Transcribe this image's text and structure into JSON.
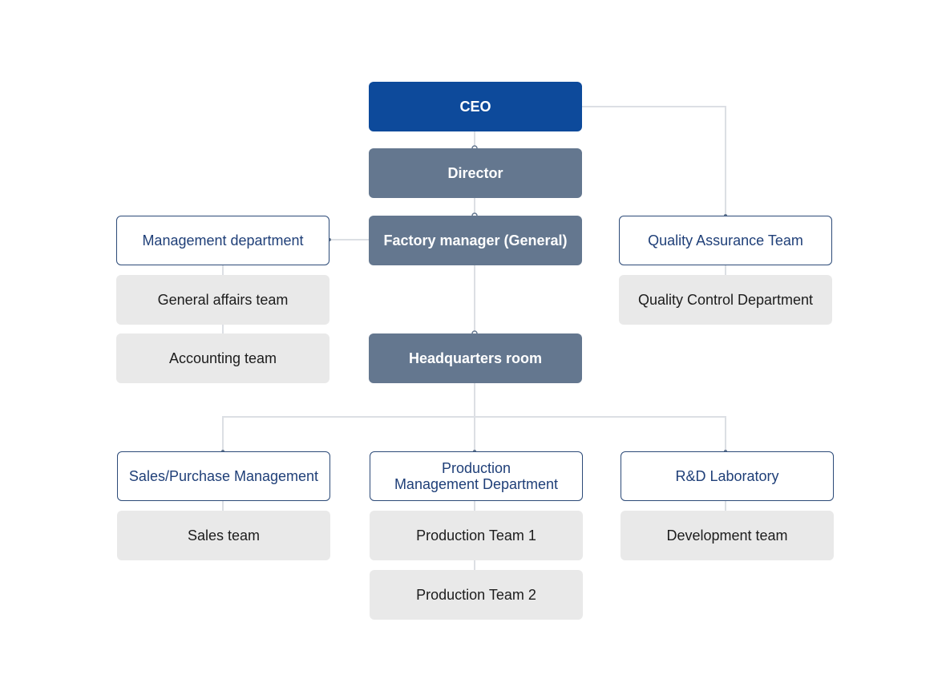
{
  "colors": {
    "ceo": "#0d4a9b",
    "executive": "#64778f",
    "department_border": "#2c4a78",
    "department_text": "#1f3f78",
    "team_fill": "#e9e9e9",
    "connector": "#dcdfe4"
  },
  "org": {
    "ceo": "CEO",
    "director": "Director",
    "factory_manager": "Factory manager (General)",
    "headquarters": "Headquarters room",
    "management": {
      "name": "Management department",
      "teams": [
        "General affairs team",
        "Accounting team"
      ]
    },
    "quality": {
      "name": "Quality Assurance Team",
      "teams": [
        "Quality Control Department"
      ]
    },
    "sales": {
      "name": "Sales/Purchase Management",
      "teams": [
        "Sales team"
      ]
    },
    "production": {
      "name_lines": [
        "Production",
        "Management Department"
      ],
      "teams": [
        "Production Team 1",
        "Production Team 2"
      ]
    },
    "rnd": {
      "name": "R&D Laboratory",
      "teams": [
        "Development team"
      ]
    }
  }
}
